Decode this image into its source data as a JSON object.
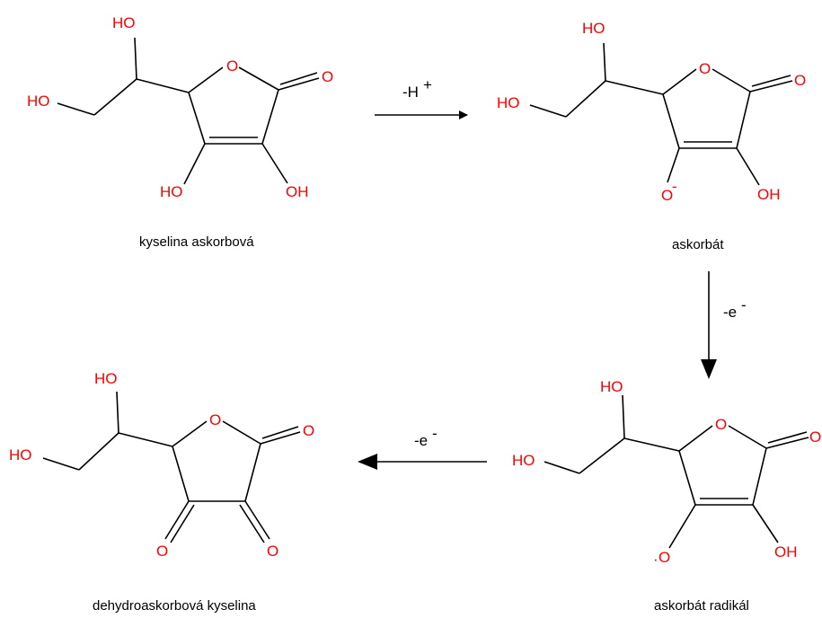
{
  "colors": {
    "bond": "#000000",
    "heteroatom": "#ff0000"
  },
  "molecules": {
    "ascorbic_acid": {
      "caption": "kyselina askorbová",
      "atoms": {
        "ho_top": "HO",
        "ho_left": "HO",
        "o_ring": "O",
        "o_carbonyl": "O",
        "ho_bottom_left": "HO",
        "oh_bottom_right": "OH"
      }
    },
    "ascorbate": {
      "caption": "askorbát",
      "atoms": {
        "ho_top": "HO",
        "ho_left": "HO",
        "o_ring": "O",
        "o_carbonyl": "O",
        "o_anion": "O",
        "anion_charge": "-",
        "oh_bottom_right": "OH"
      }
    },
    "ascorbate_radical": {
      "caption": "askorbát radikál",
      "atoms": {
        "ho_top": "HO",
        "ho_left": "HO",
        "o_ring": "O",
        "o_carbonyl": "O",
        "radical_dot": "·",
        "o_radical": "O",
        "oh_bottom_right": "OH"
      }
    },
    "dehydroascorbic_acid": {
      "caption": "dehydroaskorbová kyselina",
      "atoms": {
        "ho_top": "HO",
        "ho_left": "HO",
        "o_ring": "O",
        "o_carbonyl": "O",
        "o_keto_left": "O",
        "o_keto_right": "O"
      }
    }
  },
  "arrows": {
    "step1": {
      "label": "-H",
      "superscript": "+"
    },
    "step2": {
      "label": "-e",
      "superscript": "-"
    },
    "step3": {
      "label": "-e",
      "superscript": "-"
    }
  }
}
